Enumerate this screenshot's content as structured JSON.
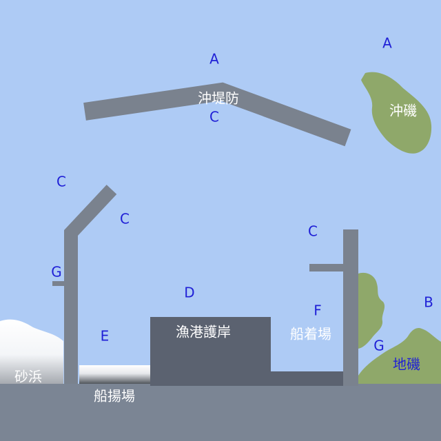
{
  "labels": {
    "breakwater": "沖堤防",
    "offshore_rock": "沖磯",
    "shore_rock": "地磯",
    "sand_beach": "砂浜",
    "boat_ramp": "船揚場",
    "fishing_port_revetment": "漁港護岸",
    "boat_landing": "船着場"
  },
  "zones": {
    "a_breakwater_top": "A",
    "a_offshore_rock": "A",
    "c_breakwater_bottom": "C",
    "c_left_pier_top": "C",
    "c_left_pier_inner": "C",
    "c_right_pier": "C",
    "g_left_pier": "G",
    "d_harbor": "D",
    "e_ramp": "E",
    "f_landing": "F",
    "b_shore": "B",
    "g_shore_rock": "G"
  },
  "colors": {
    "sea": "#aecbf5",
    "land": "#7b8594",
    "structure": "#7a828e",
    "revetment": "#5b6270",
    "rock": "#8fa86a",
    "zone_text": "#1f1fd6",
    "label_text": "#ffffff"
  }
}
